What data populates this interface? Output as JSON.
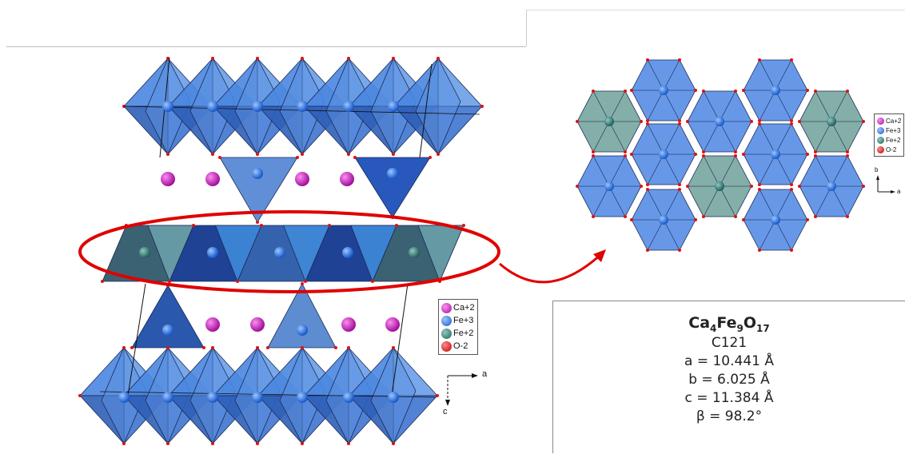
{
  "legend": {
    "items": [
      {
        "label": "Ca+2",
        "color": "#c21ab8"
      },
      {
        "label": "Fe+3",
        "color": "#1f6fe0"
      },
      {
        "label": "Fe+2",
        "color": "#2f7a74"
      },
      {
        "label": "O-2",
        "color": "#e01010"
      }
    ]
  },
  "axes_left": {
    "a": "a",
    "c": "c"
  },
  "axes_right": {
    "a": "a",
    "b": "b"
  },
  "info": {
    "formula_parts": [
      {
        "el": "Ca",
        "n": "4"
      },
      {
        "el": "Fe",
        "n": "9"
      },
      {
        "el": "O",
        "n": "17"
      }
    ],
    "space_group": "C121",
    "a": "a = 10.441 Å",
    "b": "b = 6.025 Å",
    "c": "c = 11.384 Å",
    "beta": "β = 98.2°"
  },
  "colors": {
    "octa": "#4a86e0",
    "octa_dark": "#2a58b0",
    "tetra_dark": "#1b3f8f",
    "fe2_poly": "#6f9a94",
    "highlight": "#e00000"
  }
}
